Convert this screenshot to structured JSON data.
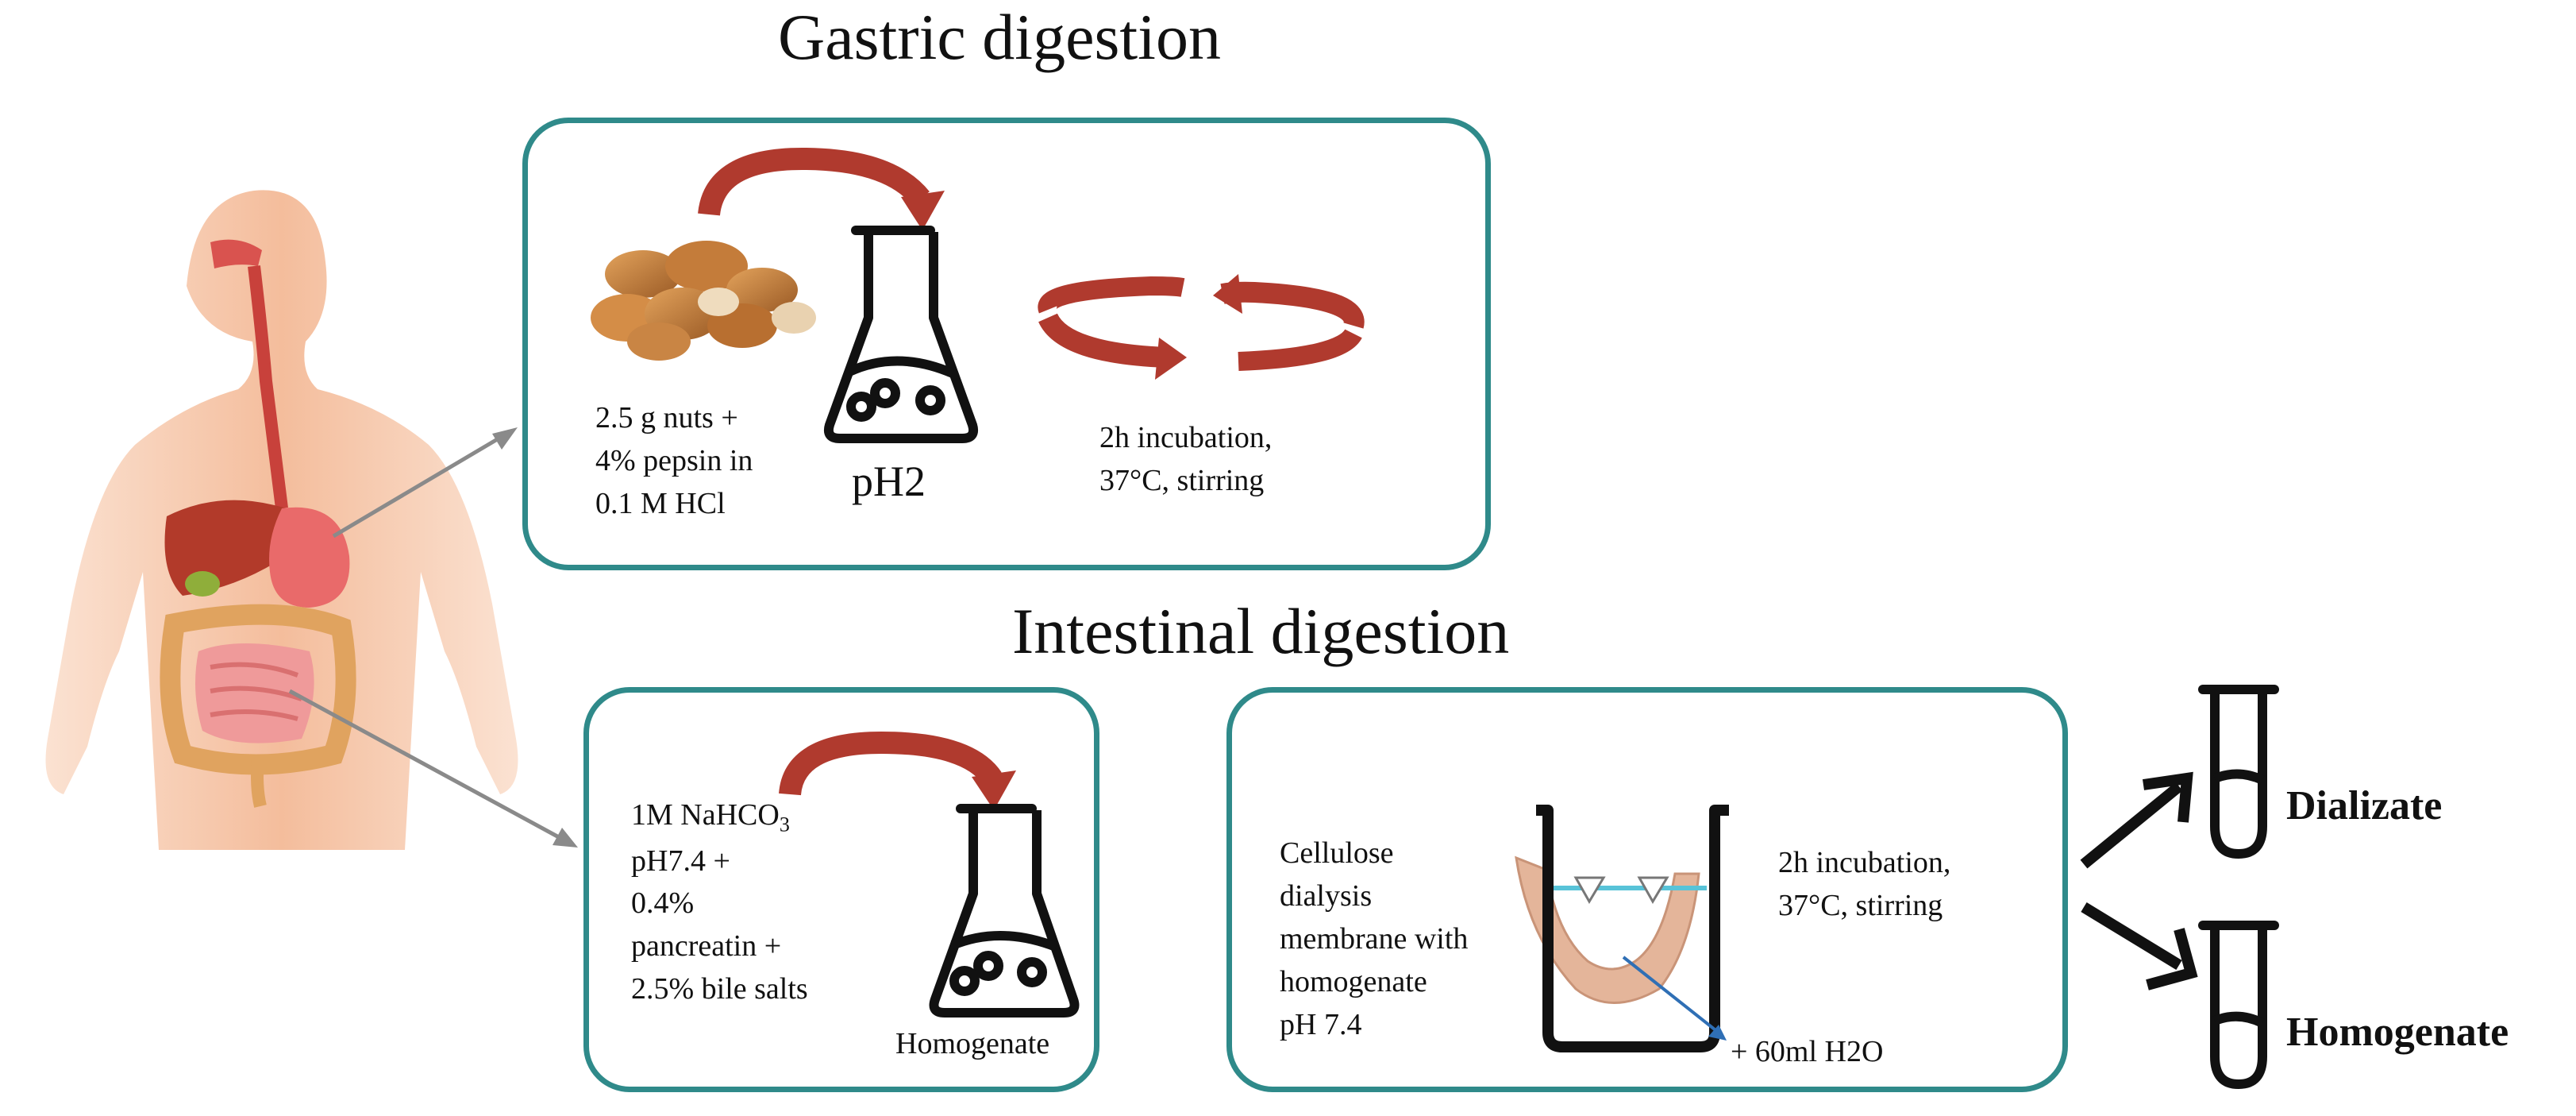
{
  "headings": {
    "gastric": "Gastric digestion",
    "intestinal": "Intestinal digestion"
  },
  "gastric_box": {
    "sample_lines": [
      "2.5 g nuts +",
      "4% pepsin in",
      "0.1 M HCl"
    ],
    "flask_label": "pH2",
    "incubation_lines": [
      "2h incubation,",
      "37°C, stirring"
    ]
  },
  "intestinal_box_1": {
    "reagent_line1_main": "1M NaHCO",
    "reagent_line1_sub": "3",
    "reagent_lines": [
      "pH7.4 +",
      "0.4%",
      "pancreatin +",
      "2.5% bile salts"
    ],
    "flask_label": "Homogenate"
  },
  "intestinal_box_2": {
    "membrane_lines": [
      "Cellulose",
      "dialysis",
      "membrane with",
      "homogenate",
      "pH 7.4"
    ],
    "incubation_lines": [
      "2h incubation,",
      "37°C, stirring"
    ],
    "water_label": "+ 60ml H2O"
  },
  "outputs": {
    "dializate": "Dializate",
    "homogenate": "Homogenate"
  },
  "colors": {
    "box_border": "#2f8a8a",
    "arrow_red": "#b03a2e",
    "arrow_gray": "#8a8a8a",
    "skin": "#f6c4a4"
  }
}
